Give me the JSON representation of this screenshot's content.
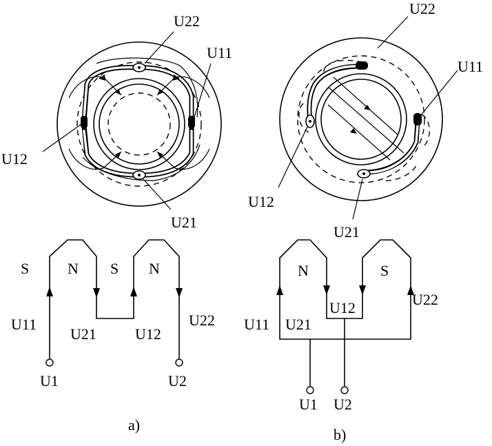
{
  "diagram_a": {
    "caption": "a)",
    "stator_labels": {
      "top": "U22",
      "right": "U11",
      "left": "U12",
      "bottom": "U21"
    },
    "poles": [
      "S",
      "N",
      "S",
      "N"
    ],
    "wiring_labels": {
      "left": "U11",
      "mid_left": "U21",
      "mid_right": "U12",
      "right": "U22"
    },
    "terminals": [
      "U1",
      "U2"
    ]
  },
  "diagram_b": {
    "caption": "b)",
    "stator_labels": {
      "top": "U22",
      "right": "U11",
      "left": "U12",
      "bottom": "U21"
    },
    "poles": [
      "N",
      "S"
    ],
    "wiring_labels": {
      "left": "U11",
      "mid_left": "U21",
      "mid_right": "U12",
      "right": "U22"
    },
    "terminals": [
      "U1",
      "U2"
    ]
  }
}
